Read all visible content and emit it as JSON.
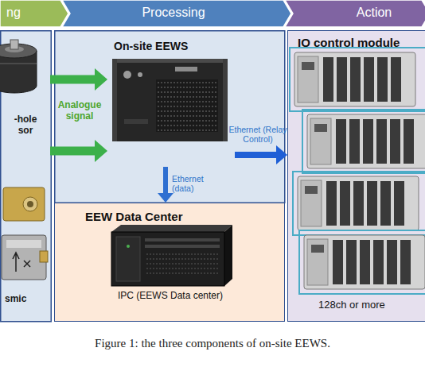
{
  "diagram": {
    "caption": "Figure 1: the three components of on-site EEWS.",
    "nodes": [
      {
        "text": [
          "ng"
        ]
      },
      {
        "text": [
          "Processing"
        ]
      },
      {
        "text": [
          "Action"
        ]
      },
      {
        "text": [
          "-hole sor"
        ]
      },
      {
        "text": [
          "smic"
        ]
      },
      {
        "text": [
          "On-site EEWS"
        ]
      },
      {
        "text": [
          "EEW Data Center",
          "IPC (EEWS Data center)"
        ]
      },
      {
        "text": [
          "IO control module",
          "128ch or more"
        ]
      }
    ],
    "edges": [
      {
        "from": 3,
        "to": 5,
        "arrow": "to",
        "label": "Analogue signal"
      },
      {
        "from": 4,
        "to": 5,
        "arrow": "to"
      },
      {
        "from": 5,
        "to": 7,
        "arrow": "to",
        "label": "Ethernet (Relay Control)"
      },
      {
        "from": 5,
        "to": 6,
        "arrow": "to",
        "label": "Ethernet (data)"
      }
    ]
  }
}
